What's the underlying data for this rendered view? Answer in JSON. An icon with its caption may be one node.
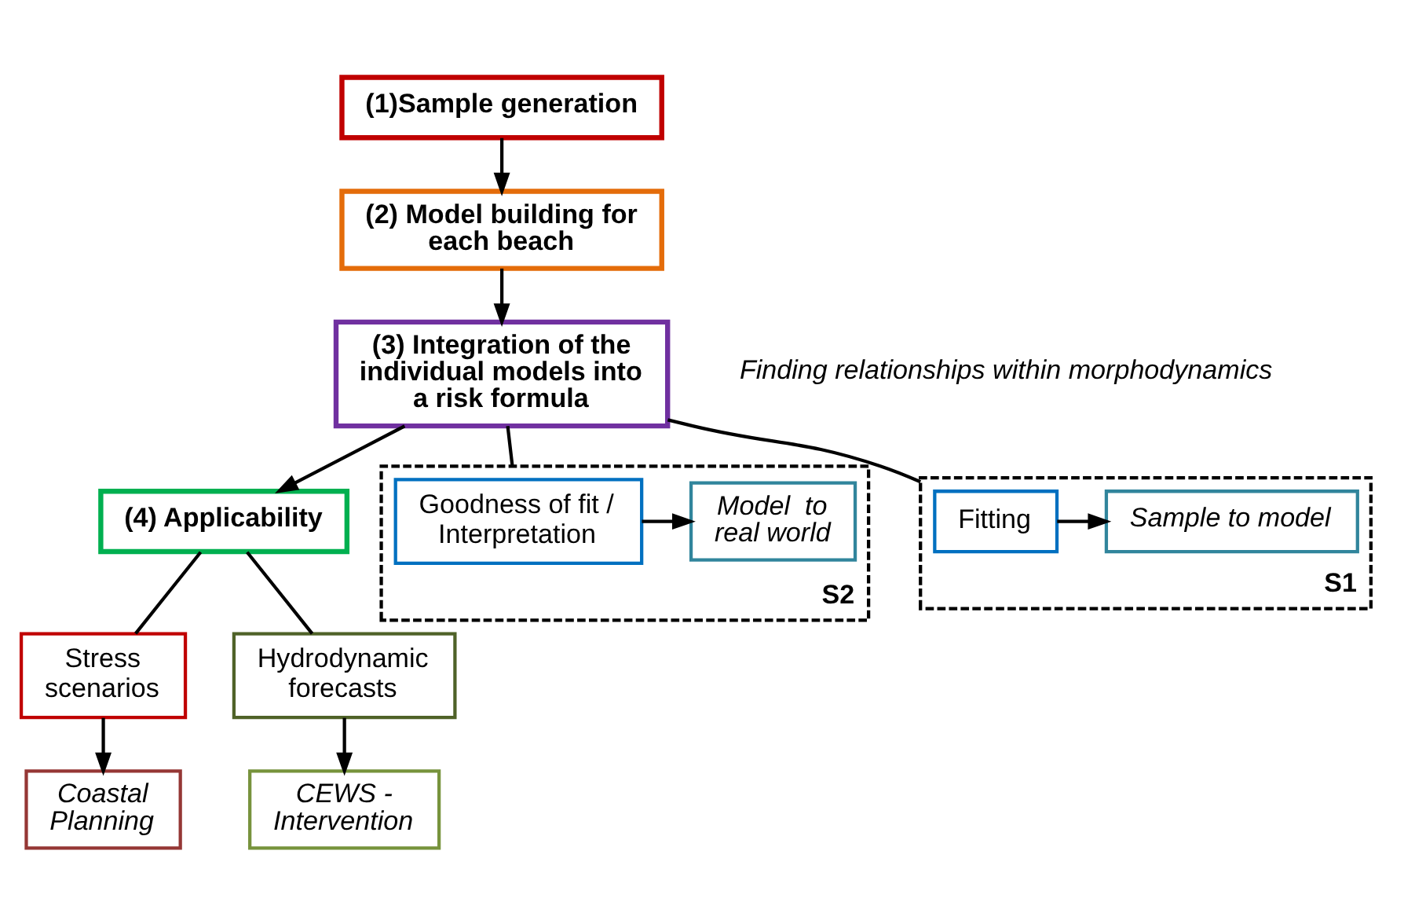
{
  "diagram": {
    "nodes": [
      {
        "text": [
          "(1)Sample generation"
        ]
      },
      {
        "text": [
          "(2) Model building for each beach"
        ]
      },
      {
        "text": [
          "(3) Integration of the individual models into a risk formula"
        ]
      },
      {
        "text": [
          "(4) Applicability"
        ]
      },
      {
        "text": [
          "S1"
        ]
      },
      {
        "text": [
          "Fitting"
        ],
        "in": 4
      },
      {
        "text": [
          "Sample to model"
        ],
        "in": 4
      },
      {
        "text": [
          "S2"
        ]
      },
      {
        "text": [
          "Goodness of fit / Interpretation"
        ],
        "in": 7
      },
      {
        "text": [
          "Model  to real world"
        ],
        "in": 7
      },
      {
        "text": [
          "Stress scenarios"
        ]
      },
      {
        "text": [
          "Coastal Planning"
        ]
      },
      {
        "text": [
          "Hydrodynamic forecasts"
        ]
      },
      {
        "text": [
          "CEWS - Intervention"
        ]
      }
    ],
    "edges": [
      {
        "from": 0,
        "to": 1,
        "arrow": "to"
      },
      {
        "from": 1,
        "to": 2,
        "arrow": "to"
      },
      {
        "from": 2,
        "to": 3,
        "arrow": "to"
      },
      {
        "from": 2,
        "to": 4,
        "arrow": "none"
      },
      {
        "from": 2,
        "to": 7,
        "arrow": "none"
      },
      {
        "from": 5,
        "to": 6,
        "arrow": "to"
      },
      {
        "from": 8,
        "to": 9,
        "arrow": "to"
      },
      {
        "from": 3,
        "to": 10,
        "arrow": "none"
      },
      {
        "from": 3,
        "to": 12,
        "arrow": "none"
      },
      {
        "from": 10,
        "to": 11,
        "arrow": "to"
      },
      {
        "from": 12,
        "to": 13,
        "arrow": "to"
      }
    ],
    "labels": [
      "Finding relationships within morphodynamics"
    ]
  }
}
